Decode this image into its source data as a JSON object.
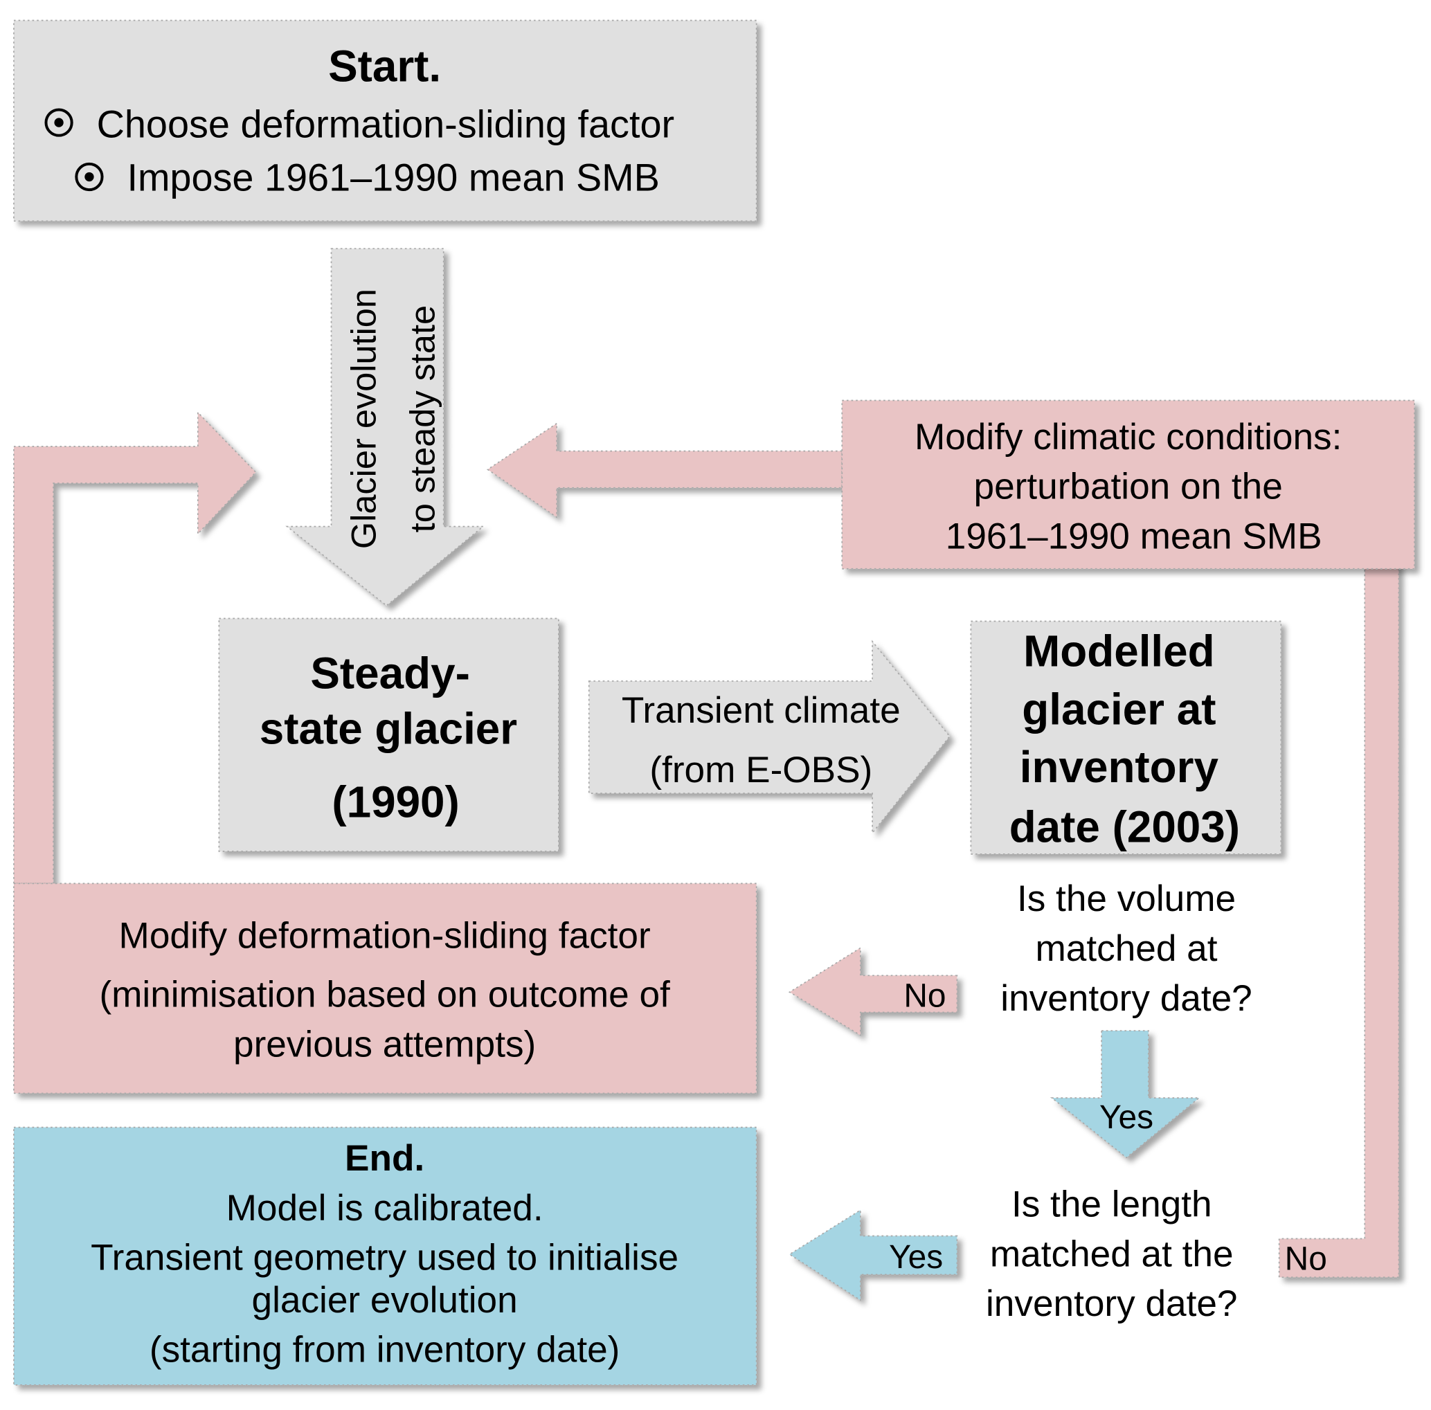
{
  "colors": {
    "neutral_fill": "#e0e0e0",
    "retry_fill": "#e9c4c5",
    "success_fill": "#a5d5e3",
    "outline": "#a8a8a8",
    "text": "#000000"
  },
  "start": {
    "title": "Start.",
    "items": [
      {
        "icon": "radio-bullet-icon",
        "text": "Choose deformation-sliding factor"
      },
      {
        "icon": "radio-bullet-icon",
        "text": "Impose 1961–1990 mean SMB"
      }
    ]
  },
  "evolution_arrow": {
    "lines": [
      "Glacier evolution",
      "to steady state"
    ]
  },
  "climatic_box": {
    "lines": [
      "Modify climatic conditions:",
      "perturbation on the",
      "1961–1990 mean SMB"
    ]
  },
  "steady_box": {
    "lines": [
      "Steady-",
      "state glacier",
      "(1990)"
    ]
  },
  "transient_arrow": {
    "lines": [
      "Transient climate",
      "(from E-OBS)"
    ]
  },
  "modelled_box": {
    "lines": [
      "Modelled",
      "glacier at",
      "inventory",
      "date (2003)"
    ]
  },
  "volume_question": {
    "lines": [
      "Is the volume",
      "matched at",
      "inventory date?"
    ]
  },
  "deformation_box": {
    "lines": [
      "Modify deformation-sliding factor",
      "(minimisation based on outcome of",
      "previous attempts)"
    ]
  },
  "volume_no_label": "No",
  "volume_yes_label": "Yes",
  "length_question": {
    "lines": [
      "Is the length",
      "matched at the",
      "inventory date?"
    ]
  },
  "length_yes_label": "Yes",
  "length_no_label": "No",
  "end": {
    "title": "End.",
    "lines": [
      "Model is calibrated.",
      "Transient geometry used to initialise",
      "glacier evolution",
      "(starting from inventory date)"
    ]
  }
}
